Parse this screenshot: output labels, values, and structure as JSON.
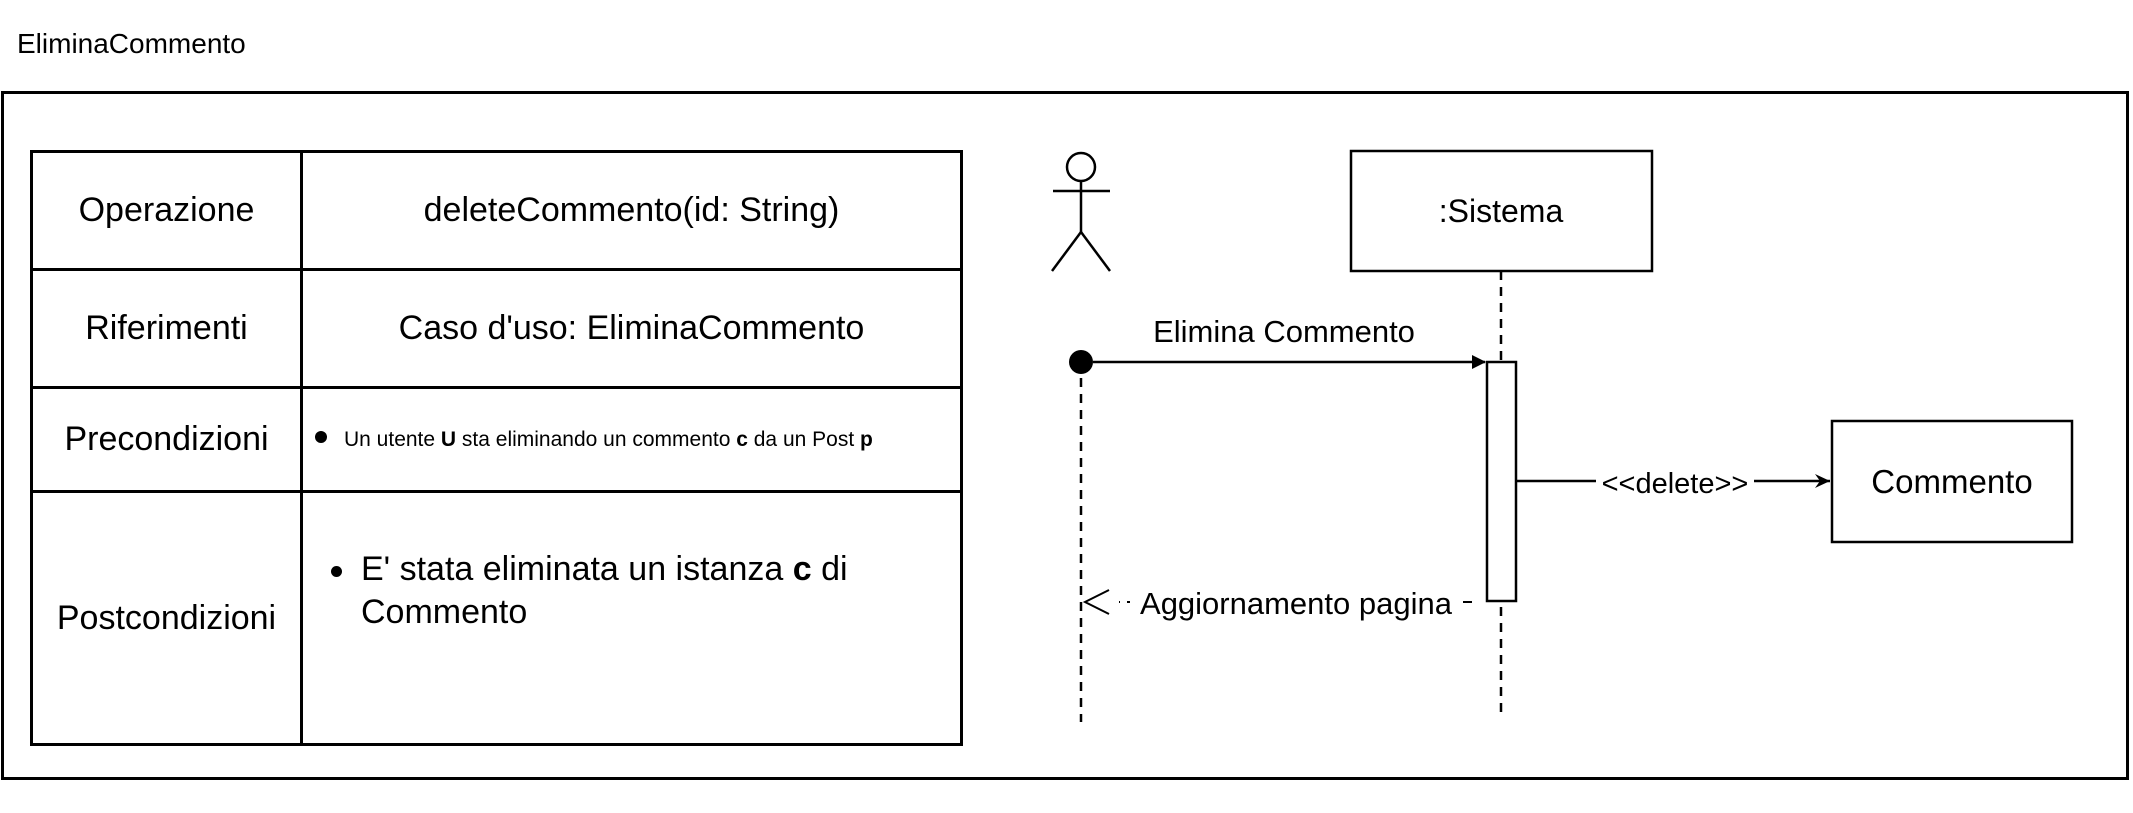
{
  "frame": {
    "title": "EliminaCommento"
  },
  "contract": {
    "operation_label": "Operazione",
    "operation_value": "deleteCommento(id: String)",
    "references_label": "Riferimenti",
    "references_value": "Caso d'uso: EliminaCommento",
    "preconditions_label": "Precondizioni",
    "preconditions": {
      "t1": "Un utente ",
      "b1": "U",
      "t2": " sta eliminando un commento ",
      "b2": "c",
      "t3": " da un Post ",
      "b3": "p"
    },
    "postconditions_label": "Postcondizioni",
    "postconditions": {
      "t1": "E' stata eliminata un istanza ",
      "b1": "c",
      "t2": " di Commento"
    }
  },
  "sequence": {
    "system_lifeline": ":Sistema",
    "call_message": "Elimina Commento",
    "return_message": "Aggiornamento pagina",
    "create_message": "<<delete>>",
    "target_object": "Commento"
  }
}
